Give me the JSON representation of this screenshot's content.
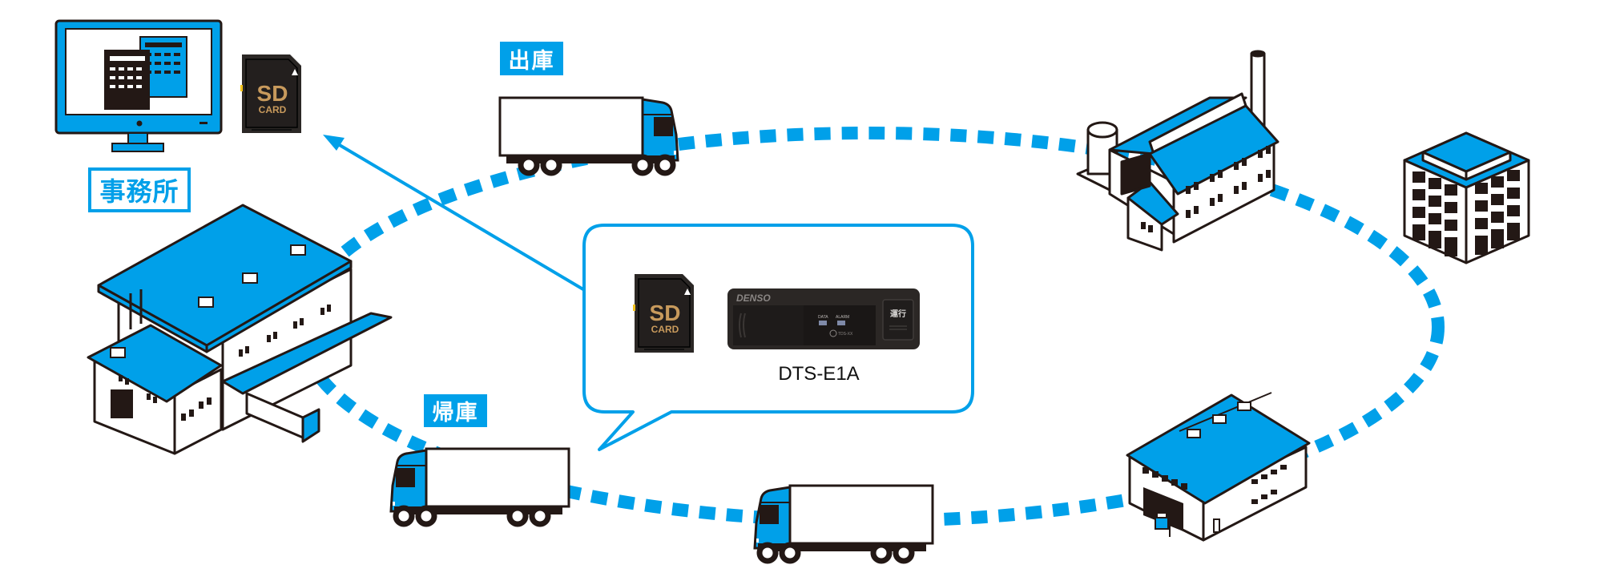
{
  "diagram": {
    "title": "DTS-E1A SD card operation flow",
    "colors": {
      "accent": "#00a0e9",
      "outline": "#231815",
      "device_body": "#2b2725",
      "sd_card_body": "#231f1e",
      "sd_card_text": "#c89a5c"
    },
    "office": {
      "label": "事務所",
      "icon": "computer-monitor-icon",
      "sd_card": {
        "line1": "SD",
        "line2": "CARD",
        "icon": "sd-card-icon"
      }
    },
    "route_labels": {
      "departure": "出庫",
      "return": "帰庫"
    },
    "callout": {
      "sd_card": {
        "line1": "SD",
        "line2": "CARD",
        "icon": "sd-card-icon"
      },
      "device": {
        "brand": "DENSO",
        "indicator_1": "DATA",
        "indicator_2": "ALARM",
        "model_mark": "TDS-XX",
        "button_label": "運行"
      },
      "model_name": "DTS-E1A"
    },
    "locations": [
      {
        "name": "home-warehouse",
        "icon": "warehouse-icon"
      },
      {
        "name": "factory",
        "icon": "factory-icon"
      },
      {
        "name": "office-building",
        "icon": "office-building-icon"
      },
      {
        "name": "distribution-warehouse",
        "icon": "distribution-center-icon"
      }
    ],
    "vehicles": [
      {
        "name": "truck-departing",
        "icon": "truck-icon",
        "direction": "right"
      },
      {
        "name": "truck-returning",
        "icon": "truck-icon",
        "direction": "left"
      },
      {
        "name": "truck-en-route",
        "icon": "truck-icon",
        "direction": "left"
      }
    ],
    "arrow": {
      "meaning": "SD card data taken to office",
      "icon": "arrow-icon"
    }
  }
}
